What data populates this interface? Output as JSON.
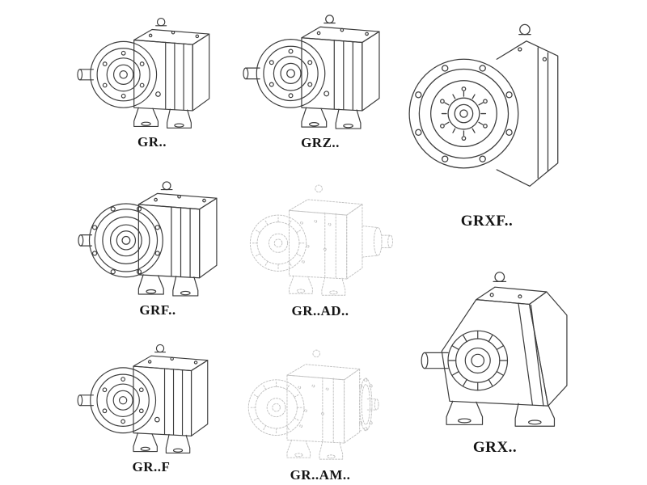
{
  "page": {
    "kind": "gear-reducer-catalog-line-drawings",
    "background": "#ffffff"
  },
  "colors": {
    "line": "#3d3d3d",
    "phantom_line": "#c2c2c2",
    "label": "#141414"
  },
  "figures": [
    {
      "label": "GR..",
      "art": "foot-mounted-helical-gearbox-line-art",
      "style": "solid"
    },
    {
      "label": "GRZ..",
      "art": "foot-mounted-helical-gearbox-line-art",
      "style": "solid"
    },
    {
      "label": "GRXF..",
      "art": "flange-mounted-gearbox-front-view-line-art",
      "style": "solid"
    },
    {
      "label": "GRF..",
      "art": "flange-and-foot-mounted-gearbox-line-art",
      "style": "solid"
    },
    {
      "label": "GR..AD..",
      "art": "gearbox-with-input-adapter-phantom-line-art",
      "style": "phantom"
    },
    {
      "label": "GR..F",
      "art": "foot-mounted-helical-gearbox-line-art",
      "style": "solid"
    },
    {
      "label": "GR..AM..",
      "art": "gearbox-with-motor-flange-adapter-phantom-line-art",
      "style": "phantom"
    },
    {
      "label": "GRX..",
      "art": "large-foot-mounted-gearbox-line-art",
      "style": "solid"
    }
  ]
}
